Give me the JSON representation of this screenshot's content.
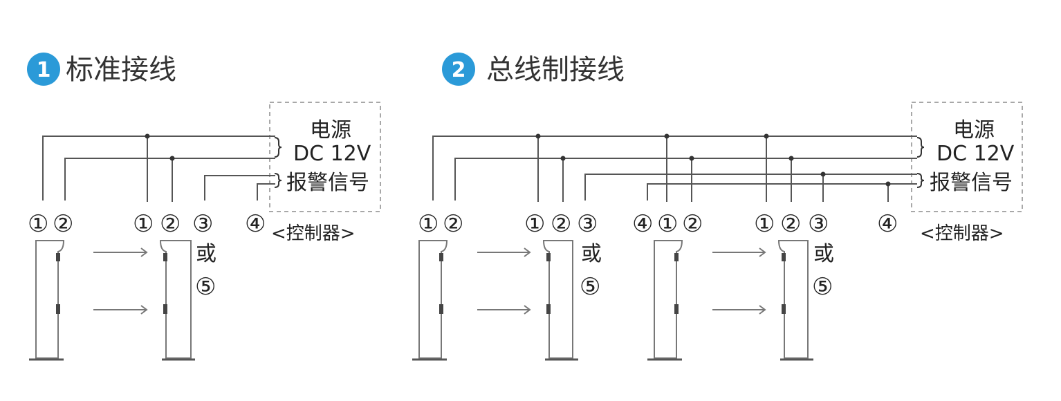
{
  "colors": {
    "badge": "#2b9ad8",
    "wire": "#555555",
    "dash": "#a8a8a8"
  },
  "section1": {
    "badge": "1",
    "title": "标准接线"
  },
  "section2": {
    "badge": "2",
    "title": "总线制接线"
  },
  "controller": {
    "power_line1": "电源",
    "power_line2": "DC 12V",
    "alarm": "报警信号",
    "label": "<控制器>"
  },
  "terminals": {
    "t1": "①",
    "t2": "②",
    "t3": "③",
    "t4": "④",
    "t5": "⑤"
  },
  "or_text": "或"
}
